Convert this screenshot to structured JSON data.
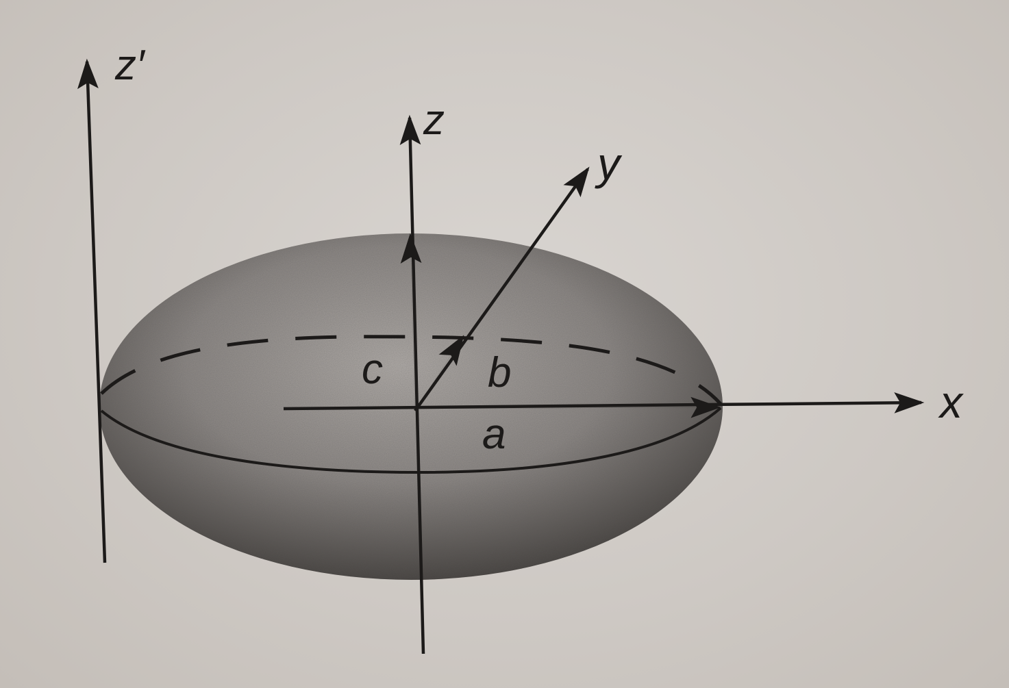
{
  "labels": {
    "z_prime": "z′",
    "z": "z",
    "y": "y",
    "x": "x",
    "c": "c",
    "b": "b",
    "a": "a"
  },
  "colors": {
    "ink": "#1c1a19",
    "paper": "#d4cfca",
    "shade_light": "#a9a4a0",
    "shade_dark": "#4a4644"
  }
}
